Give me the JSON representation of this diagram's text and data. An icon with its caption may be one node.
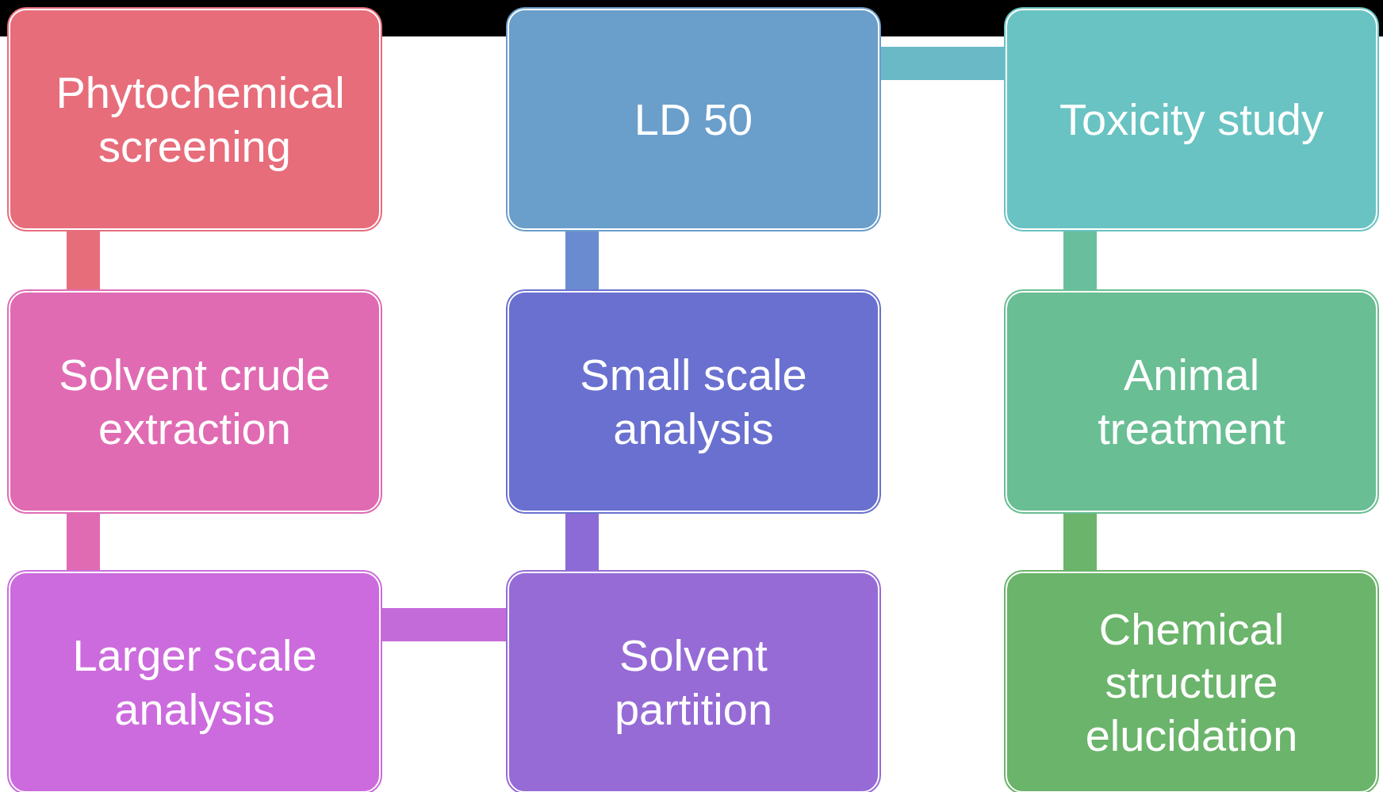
{
  "diagram": {
    "nodes": [
      {
        "text": [
          "Phytochemical screening"
        ]
      },
      {
        "text": [
          "LD 50"
        ]
      },
      {
        "text": [
          "Toxicity study"
        ]
      },
      {
        "text": [
          "Solvent crude extraction"
        ]
      },
      {
        "text": [
          "Small scale analysis"
        ]
      },
      {
        "text": [
          "Animal treatment"
        ]
      },
      {
        "text": [
          "Larger scale analysis"
        ]
      },
      {
        "text": [
          "Solvent partition"
        ]
      },
      {
        "text": [
          "Chemical structure elucidation"
        ]
      }
    ],
    "edges": [
      {
        "from": 0,
        "to": 3,
        "arrow": "none",
        "color": "#e76d7b"
      },
      {
        "from": 3,
        "to": 6,
        "arrow": "none",
        "color": "#e06bb3"
      },
      {
        "from": 6,
        "to": 7,
        "arrow": "none",
        "color": "#c36bd8"
      },
      {
        "from": 7,
        "to": 4,
        "arrow": "none",
        "color": "#8c6bd6"
      },
      {
        "from": 4,
        "to": 1,
        "arrow": "none",
        "color": "#6a8bcf"
      },
      {
        "from": 1,
        "to": 2,
        "arrow": "none",
        "color": "#6ab9c6"
      },
      {
        "from": 2,
        "to": 5,
        "arrow": "none",
        "color": "#69be9e"
      },
      {
        "from": 5,
        "to": 8,
        "arrow": "none",
        "color": "#6bb46b"
      }
    ]
  }
}
